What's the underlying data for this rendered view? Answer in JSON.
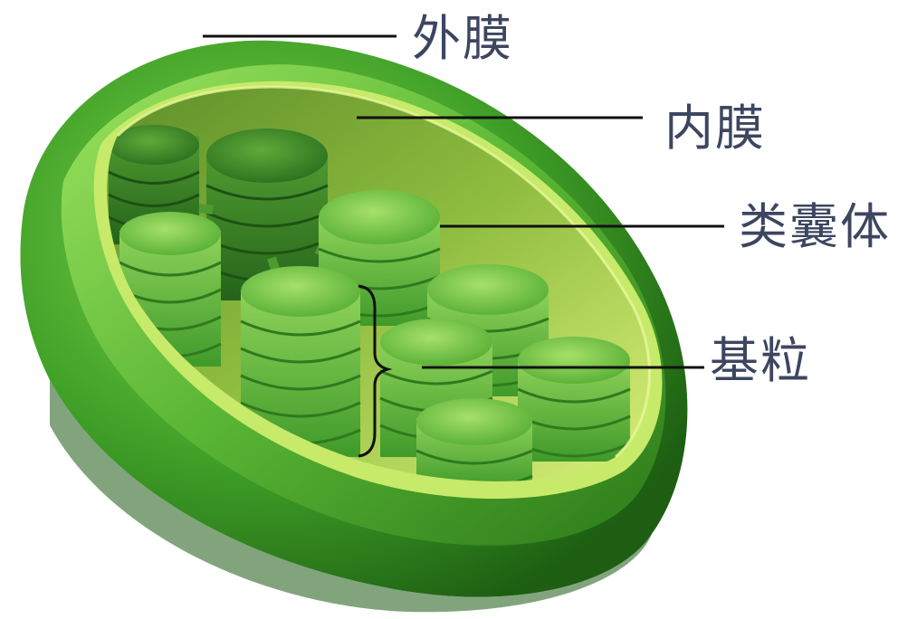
{
  "labels": {
    "outer_membrane": "外膜",
    "inner_membrane": "内膜",
    "thylakoid": "类囊体",
    "granum": "基粒"
  },
  "colors": {
    "label_text": "#3d4660",
    "leader_line": "#111111",
    "outer_membrane": "#2f8f1f",
    "inner_membrane": "#b8e05a",
    "stroma": "#9fc94a",
    "thylakoid_disc": "#5fb538",
    "background": "#ffffff"
  },
  "icons": {
    "chloroplast": "chloroplast-illustration",
    "brace": "curly-brace-icon"
  }
}
